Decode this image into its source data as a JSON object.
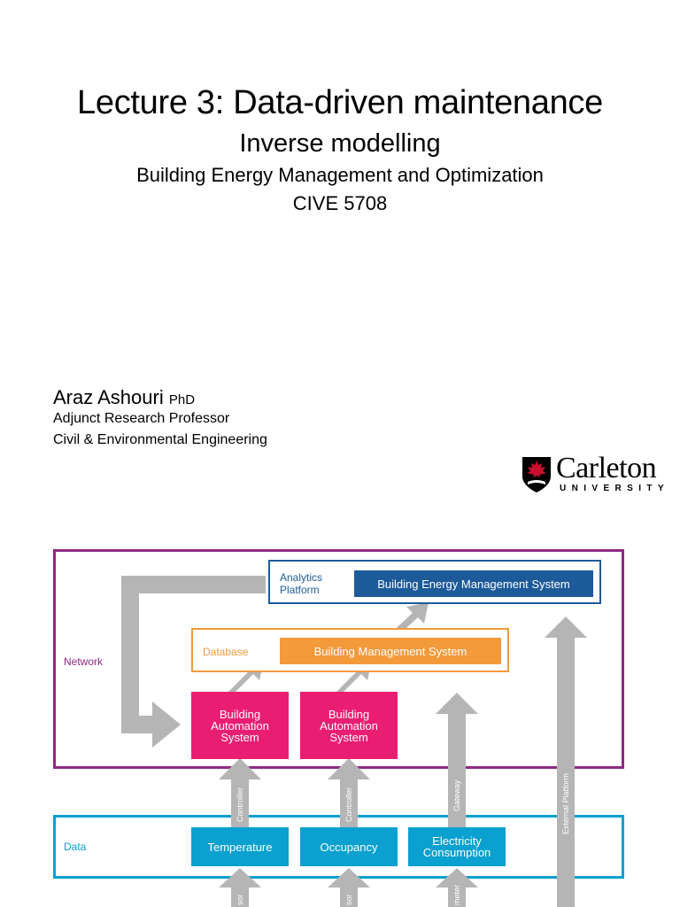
{
  "slide": {
    "title": "Lecture 3: Data-driven maintenance",
    "subtitle": "Inverse modelling",
    "course": "Building Energy Management and Optimization",
    "code": "CIVE 5708"
  },
  "author": {
    "name": "Araz Ashouri",
    "degree": "PhD",
    "role": "Adjunct Research Professor",
    "department": "Civil & Environmental Engineering"
  },
  "logo": {
    "name": "Carleton",
    "sub": "UNIVERSITY"
  },
  "diagram": {
    "network_label": "Network",
    "data_label": "Data",
    "analytics_label": "Analytics Platform",
    "bems": "Building Energy Management System",
    "database_label": "Database",
    "bms": "Building Management System",
    "bas_1": "Building Automation System",
    "bas_2": "Building Automation System",
    "temperature": "Temperature",
    "occupancy": "Occupancy",
    "electricity": "Electricity Consumption",
    "arrow_labels": {
      "controller_1": "Controller",
      "controller_2": "Controller",
      "gateway": "Gateway",
      "external_platform": "External Platform",
      "sensor_1": "sor",
      "sensor_2": "sor",
      "meter": "meter"
    },
    "colors": {
      "network": "#8e2a82",
      "data": "#0aa0cf",
      "analytics": "#1d5a99",
      "database": "#f39a3b",
      "automation": "#e91e73",
      "arrow": "#b5b5b5",
      "logo_red": "#c8102e"
    }
  }
}
